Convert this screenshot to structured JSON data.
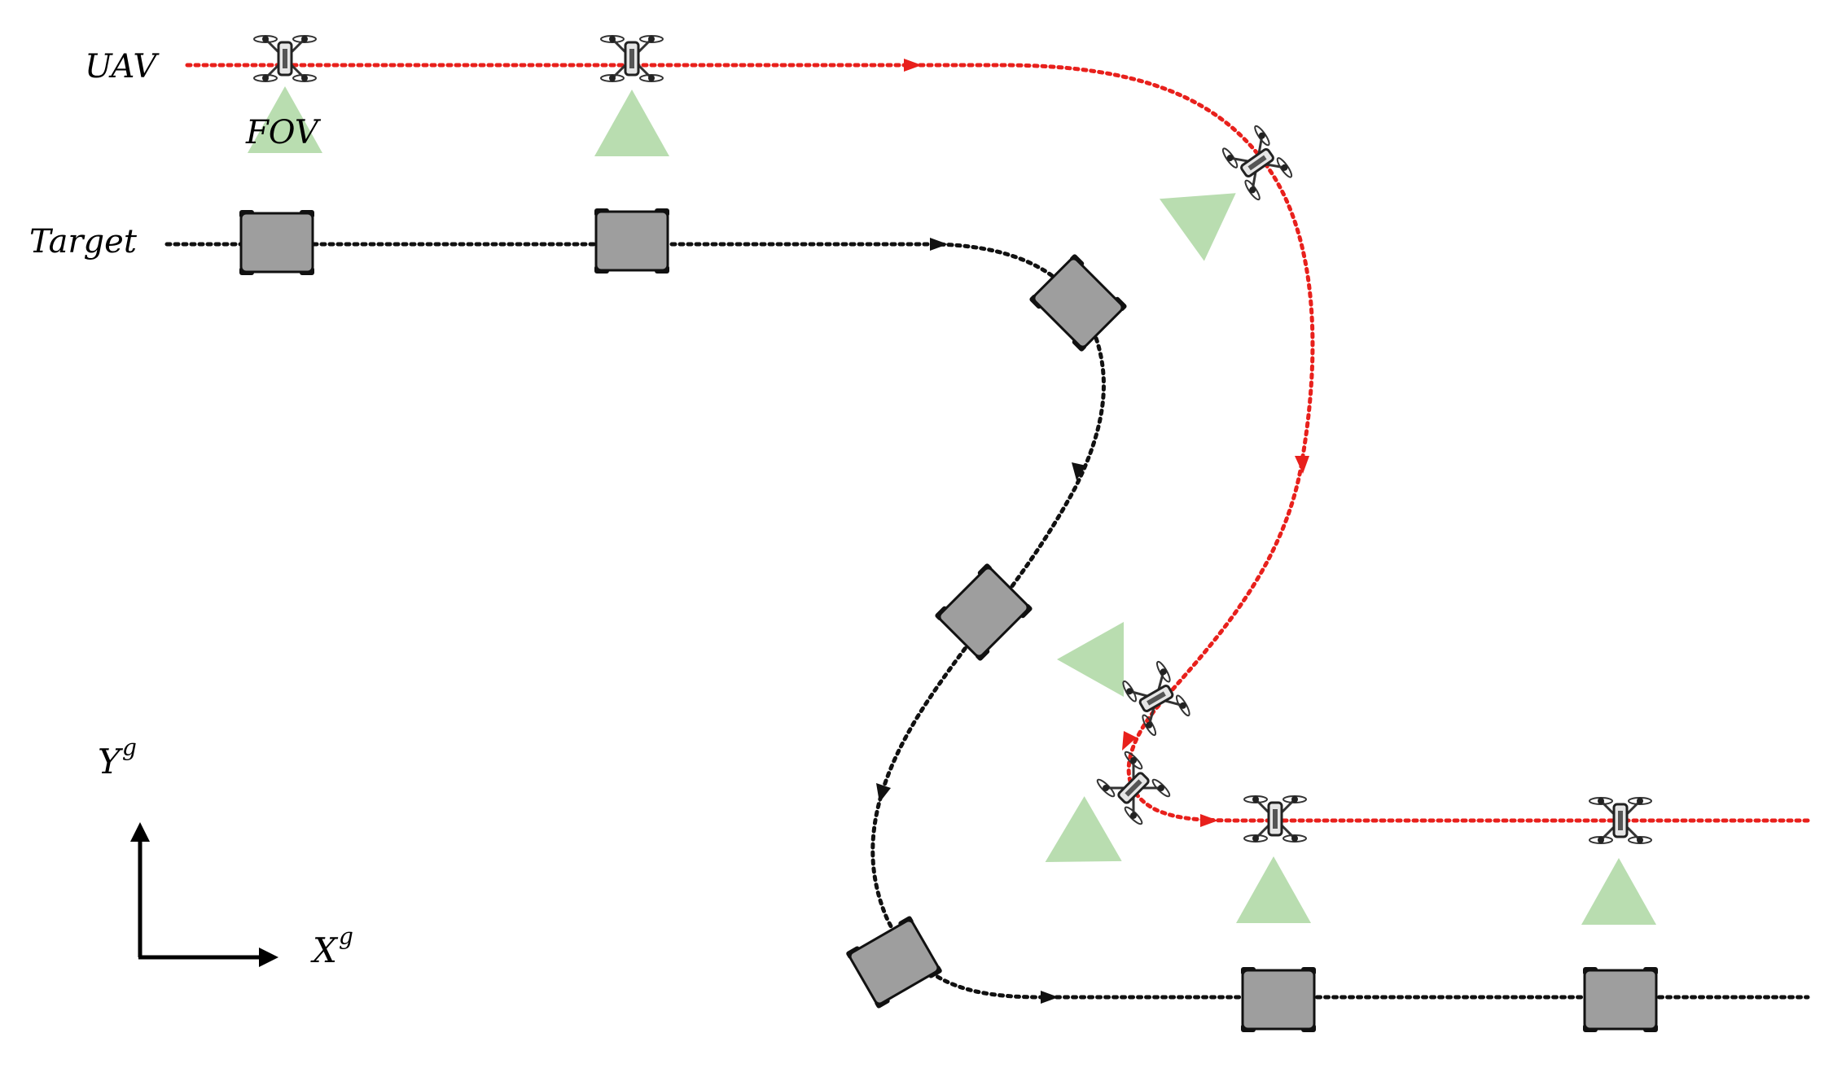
{
  "labels": {
    "uav": "UAV",
    "fov": "FOV",
    "target": "Target",
    "y_axis": "Y",
    "y_axis_sup": "g",
    "x_axis": "X",
    "x_axis_sup": "g"
  },
  "colors": {
    "uav_path": "#e8201c",
    "target_path": "#111111",
    "fov": "#b9ddb0",
    "vehicle_body": "#9e9e9e",
    "vehicle_wheel": "#111111",
    "drone": "#333333"
  },
  "icons": {
    "drone": "quadcopter-icon",
    "vehicle": "ground-vehicle-icon",
    "fov": "triangle-fov-icon"
  }
}
